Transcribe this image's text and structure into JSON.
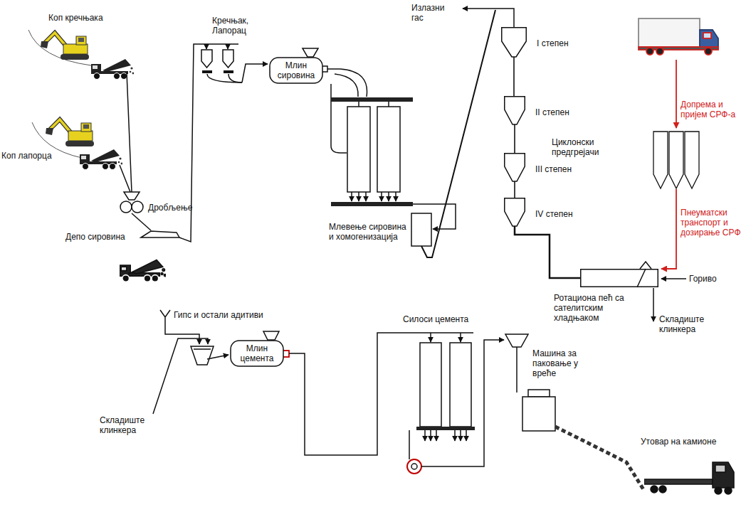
{
  "diagram": {
    "nodes": [
      {
        "text": [
          "Млин сировина"
        ]
      },
      {
        "text": [
          "I степен"
        ]
      },
      {
        "text": [
          "II степен"
        ]
      },
      {
        "text": [
          "III степен"
        ]
      },
      {
        "text": [
          "IV степен"
        ]
      },
      {
        "text": [
          "Ротациона пећ са сателитским хладњаком"
        ]
      },
      {
        "text": [
          "Млин цемента"
        ]
      }
    ],
    "edges": [
      {
        "from": 1,
        "to": 2,
        "arrow": "none"
      },
      {
        "from": 2,
        "to": 3,
        "arrow": "none"
      },
      {
        "from": 3,
        "to": 4,
        "arrow": "none"
      },
      {
        "from": 4,
        "to": 5,
        "arrow": "none"
      }
    ],
    "labels": [
      "Коп кречњака",
      "Коп лапорца",
      "Дробљење",
      "Депо сировина",
      "Кречњак, Лапорац",
      "Млевење сировина и хомогенизација",
      "Излазни гас",
      "Циклонски предгрејачи",
      "Допрема и пријем СРФ-а",
      "Пнеуматски транспорт и дозирање СРФ",
      "Гориво",
      "Складиште клинкера",
      "Гипс и остали адитиви",
      "Складиште клинкера",
      "Силоси цемента",
      "Машина за паковање у вреће",
      "Утовар на камионе"
    ]
  }
}
